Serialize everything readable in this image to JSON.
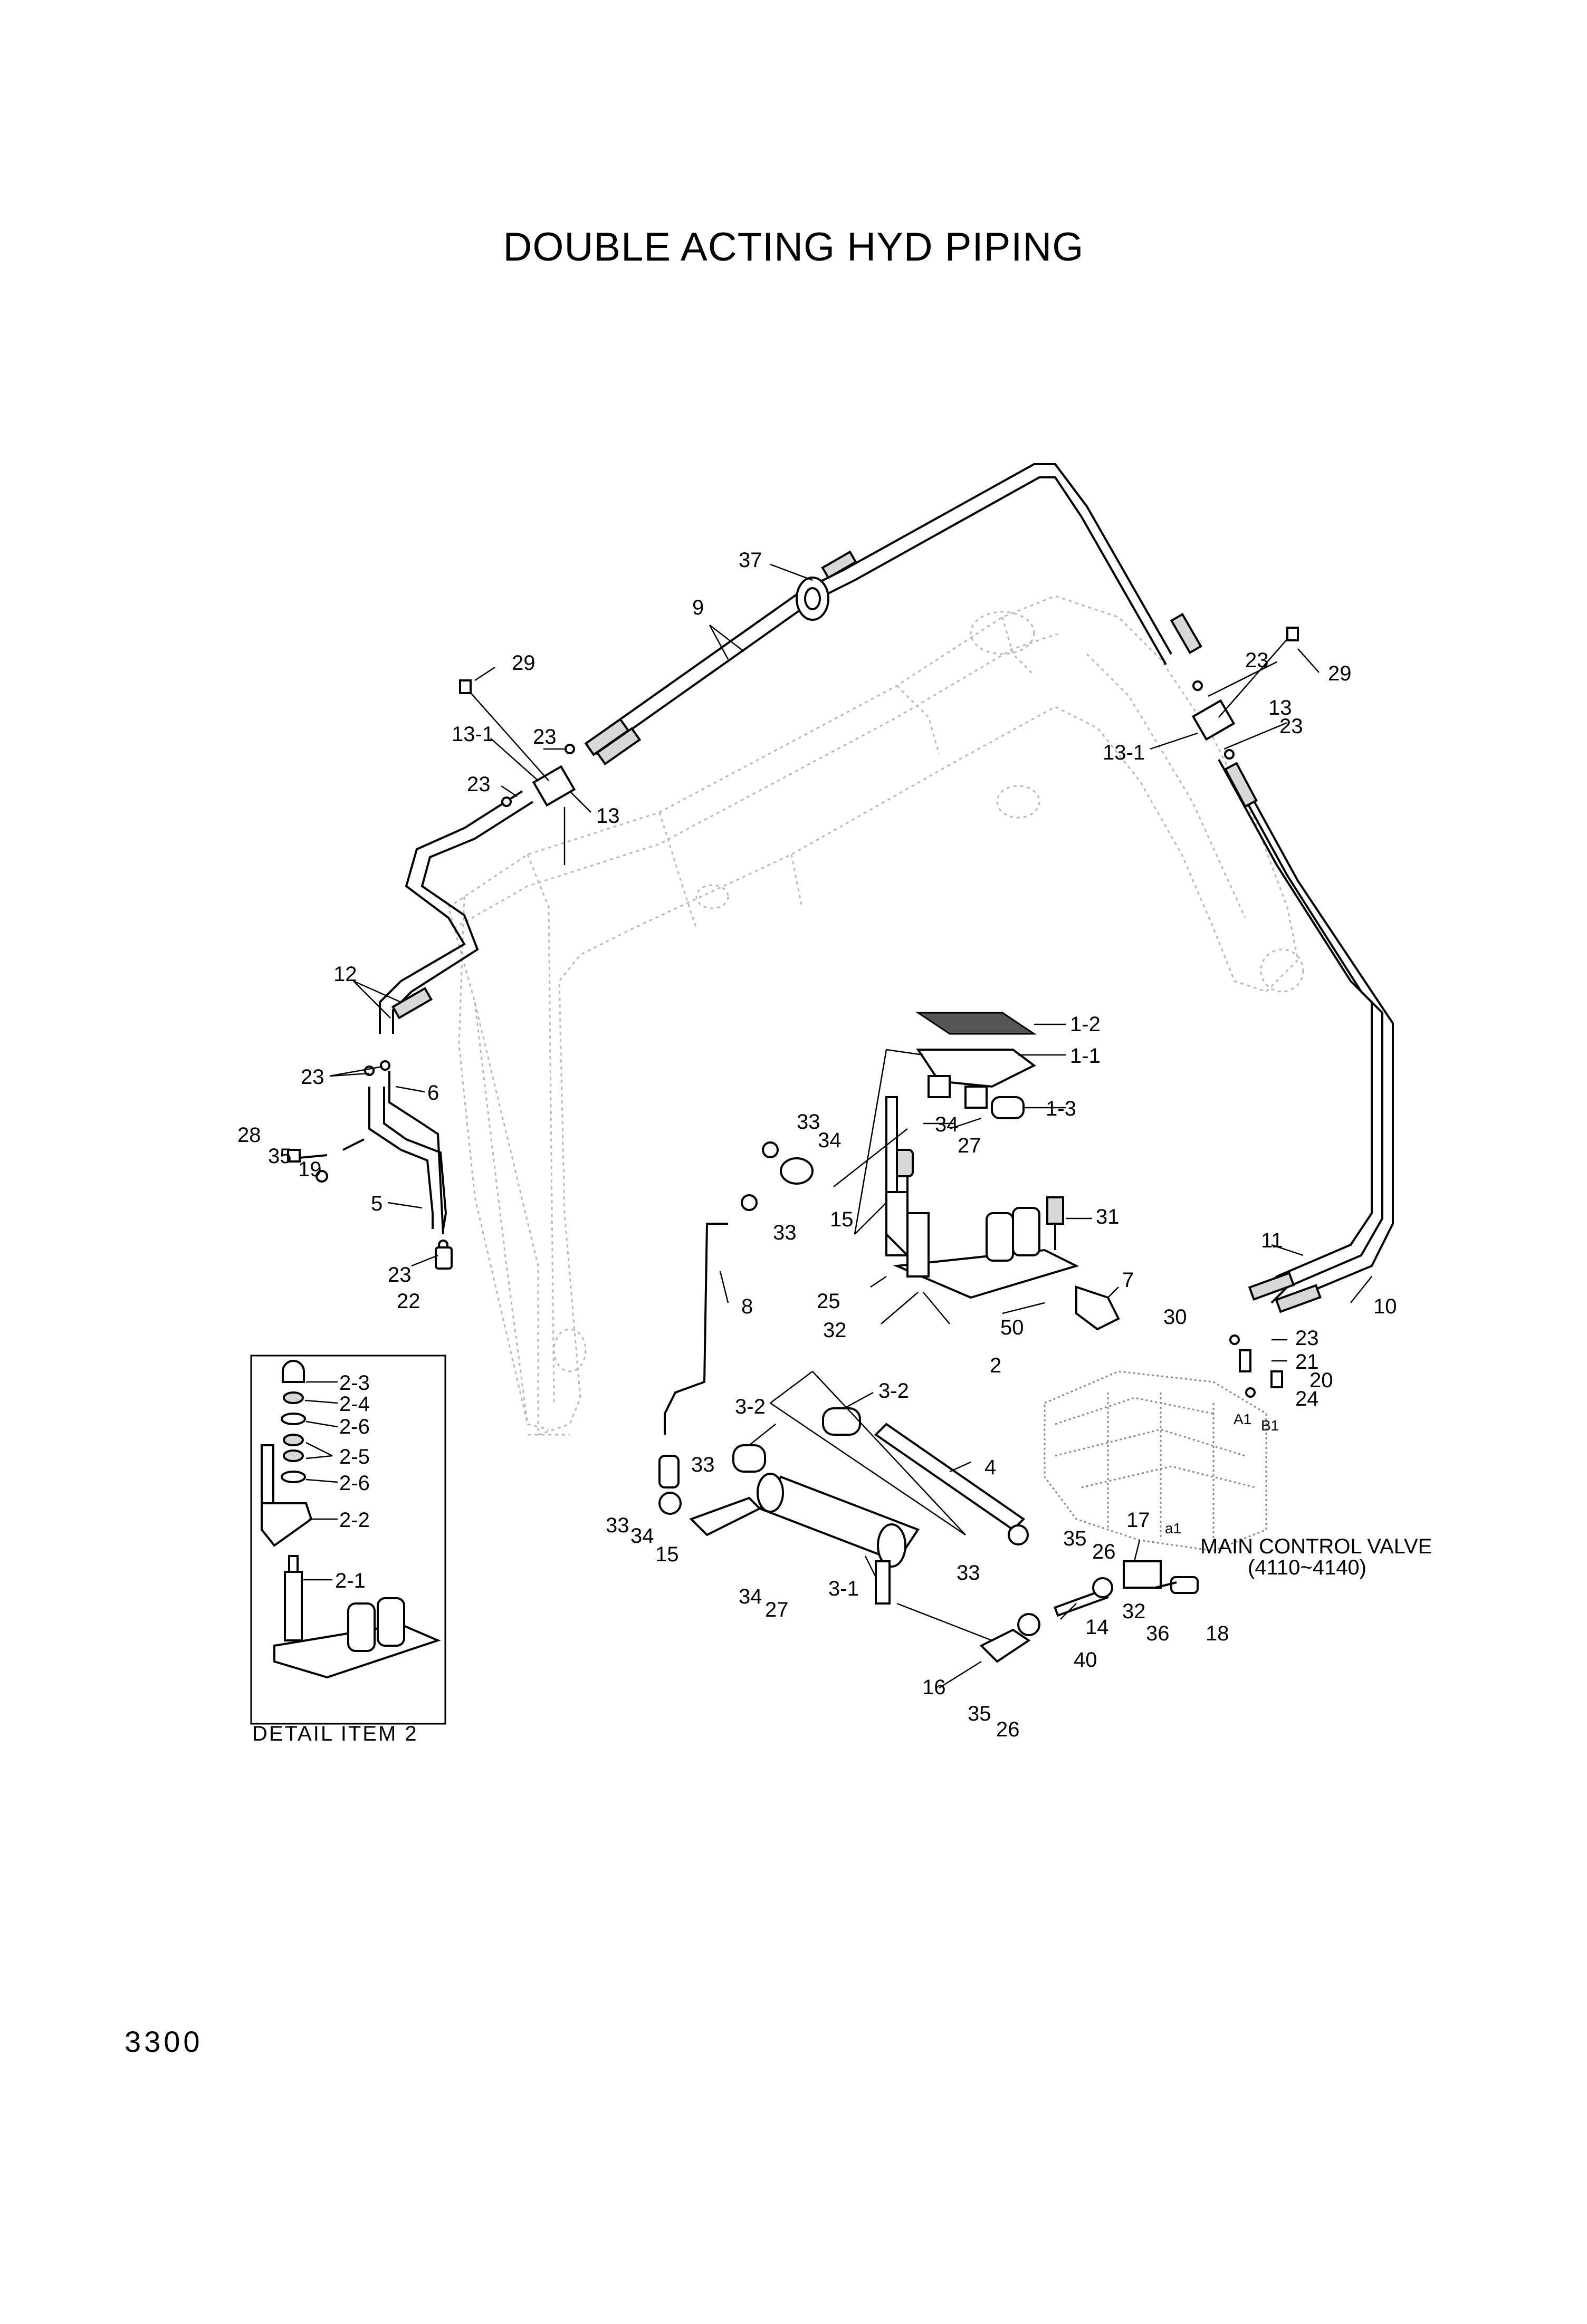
{
  "title": "DOUBLE ACTING HYD PIPING",
  "page_number": "3300",
  "detail_caption": "DETAIL ITEM 2",
  "valve_label": {
    "line1": "MAIN CONTROL VALVE",
    "line2": "(4110~4140)"
  },
  "port_labels": {
    "a1": "a1",
    "A1": "A1",
    "B1": "B1"
  },
  "callouts": {
    "c37": "37",
    "c9": "9",
    "c29a": "29",
    "c23a": "23",
    "c13_1a": "13-1",
    "c23b": "23",
    "c13a": "13",
    "c12": "12",
    "c23c": "23",
    "c6": "6",
    "c28": "28",
    "c35a": "35",
    "c19": "19",
    "c5": "5",
    "c23d": "23",
    "c22": "22",
    "c23e": "23",
    "c29b": "29",
    "c13b": "13",
    "c23f": "23",
    "c13_1b": "13-1",
    "c1_2": "1-2",
    "c1_1": "1-1",
    "c1_3": "1-3",
    "c33a": "33",
    "c34a": "34",
    "c34b": "34",
    "c27a": "27",
    "c15a": "15",
    "c33b": "33",
    "c31": "31",
    "c8": "8",
    "c25": "25",
    "c32a": "32",
    "c50": "50",
    "c2": "2",
    "c7": "7",
    "c30": "30",
    "c11": "11",
    "c10": "10",
    "c23g": "23",
    "c21": "21",
    "c20": "20",
    "c24": "24",
    "c3_2a": "3-2",
    "c3_2b": "3-2",
    "c33c": "33",
    "c4": "4",
    "c33d": "33",
    "c34c": "34",
    "c15b": "15",
    "c34d": "34",
    "c27b": "27",
    "c3_1": "3-1",
    "c33e": "33",
    "c35b": "35",
    "c26a": "26",
    "c17": "17",
    "c14": "14",
    "c32b": "32",
    "c36": "36",
    "c18": "18",
    "c40": "40",
    "c16": "16",
    "c35c": "35",
    "c26b": "26",
    "d2_3": "2-3",
    "d2_4": "2-4",
    "d2_6a": "2-6",
    "d2_5": "2-5",
    "d2_6b": "2-6",
    "d2_2": "2-2",
    "d2_1": "2-1"
  }
}
